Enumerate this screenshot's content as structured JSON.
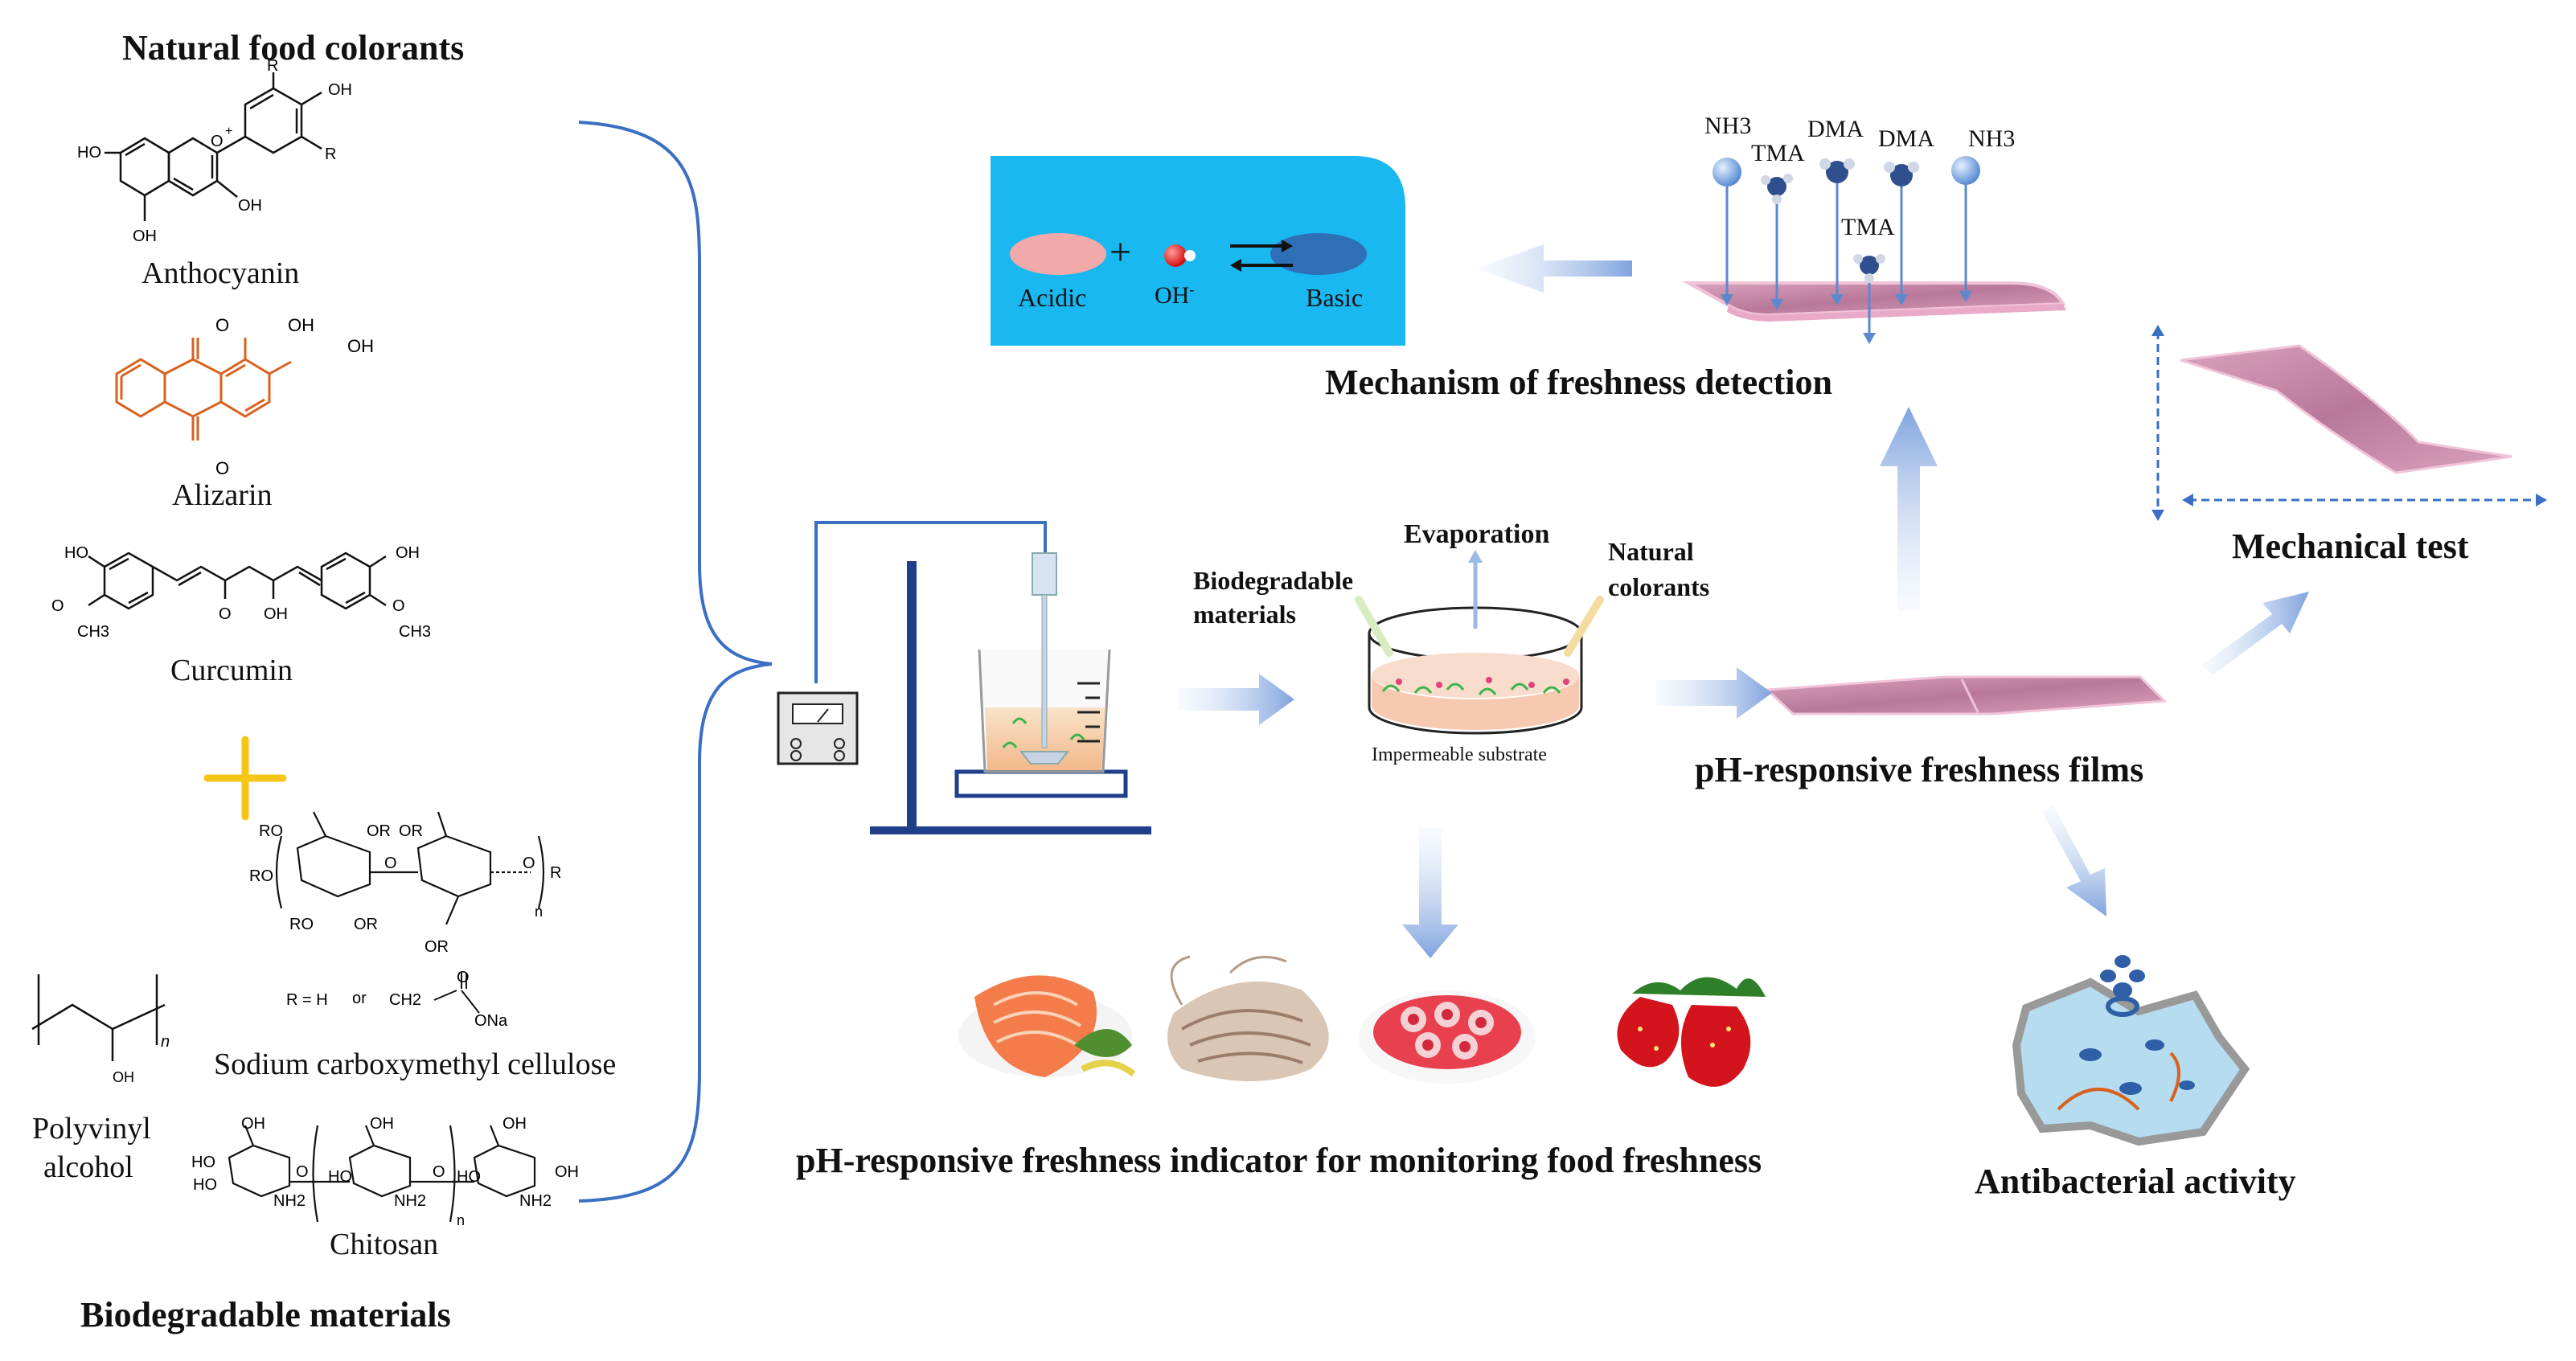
{
  "left_panel": {
    "title": "Natural food colorants",
    "colorants": [
      {
        "name": "Anthocyanin",
        "groups": [
          "R",
          "OH",
          "R",
          "O",
          "+",
          "HO",
          "OH",
          "OH"
        ]
      },
      {
        "name": "Alizarin",
        "groups": [
          "O",
          "OH",
          "OH",
          "O"
        ]
      },
      {
        "name": "Curcumin",
        "groups": [
          "HO",
          "O",
          "CH3",
          "O",
          "OH",
          "OH",
          "O",
          "CH3"
        ]
      }
    ],
    "plus_color": "#f5c518",
    "cmc": {
      "name": "Sodium carboxymethyl cellulose",
      "groups": [
        "RO",
        "OR",
        "RO",
        "O",
        "O",
        "R",
        "RO",
        "OR",
        "OR",
        "OR",
        "n",
        "R = H",
        "or",
        "CH2",
        "O",
        "ONa"
      ]
    },
    "pva": {
      "name_line1": "Polyvinyl",
      "name_line2": "alcohol",
      "groups": [
        "n",
        "OH"
      ]
    },
    "chitosan": {
      "name": "Chitosan",
      "groups": [
        "OH",
        "OH",
        "OH",
        "HO",
        "HO",
        "O",
        "HO",
        "O",
        "HO",
        "OH",
        "NH2",
        "NH2",
        "NH2",
        "n"
      ]
    },
    "footer": "Biodegradable materials"
  },
  "mechanism": {
    "acidic": "Acidic",
    "oh": "OH",
    "oh_sup": "-",
    "basic": "Basic",
    "plus": "+",
    "title": "Mechanism of freshness detection",
    "panel_color": "#1ab8f0",
    "acid_color": "#f2a9a9",
    "basic_color": "#2f6fb7"
  },
  "gases": [
    {
      "label": "NH3"
    },
    {
      "label": "TMA"
    },
    {
      "label": "DMA"
    },
    {
      "label": "DMA"
    },
    {
      "label": "NH3"
    },
    {
      "label": "TMA"
    }
  ],
  "casting": {
    "evaporation": "Evaporation",
    "biodegradable_line1": "Biodegradable",
    "biodegradable_line2": "materials",
    "natural_line1": "Natural",
    "natural_line2": "colorants",
    "substrate": "Impermeable substrate"
  },
  "films_title": "pH-responsive freshness films",
  "mechanical_title": "Mechanical test",
  "antibacterial_title": "Antibacterial activity",
  "indicator_title": "pH-responsive freshness indicator for monitoring food freshness",
  "foods": [
    {
      "icon": "salmon-icon"
    },
    {
      "icon": "shrimp-icon"
    },
    {
      "icon": "meat-roll-icon"
    },
    {
      "icon": "strawberry-icon"
    }
  ],
  "colors": {
    "bracket": "#3a6fc4",
    "arrow": "#9bb8e6",
    "film": "#c98aa8",
    "film_edge": "#f0c3d8",
    "orange_structure": "#d9611f"
  }
}
